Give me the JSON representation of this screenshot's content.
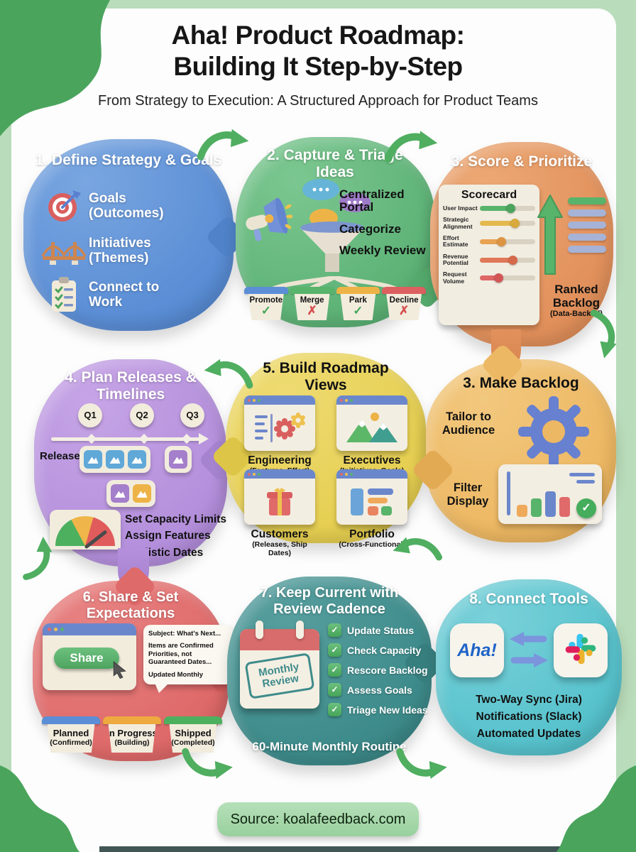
{
  "page": {
    "title_line1": "Aha! Product Roadmap:",
    "title_line2": "Building It Step-by-Step",
    "subtitle": "From Strategy to Execution: A Structured Approach for Product Teams",
    "source": "Source: koalafeedback.com"
  },
  "colors": {
    "accent_green": "#4fae60",
    "blue": "#5b8ed6",
    "green": "#5eb377",
    "orange": "#e2915c",
    "purple": "#b590dc",
    "yellow": "#e6cf52",
    "amber": "#edb863",
    "red": "#df6a6a",
    "teal": "#3e8b8b",
    "cyan": "#58c3cd"
  },
  "icons": {
    "check": "✓",
    "cross": "✗"
  },
  "steps": {
    "s1": {
      "title": "1. Define Strategy & Goals",
      "items": [
        {
          "icon": "target-icon",
          "label": "Goals (Outcomes)"
        },
        {
          "icon": "bridge-icon",
          "label": "Initiatives (Themes)"
        },
        {
          "icon": "clipboard-icon",
          "label": "Connect to Work"
        }
      ]
    },
    "s2": {
      "title": "2. Capture & Triage Ideas",
      "labels": [
        "Centralized Portal",
        "Categorize",
        "Weekly Review"
      ],
      "buckets": [
        {
          "label": "Promote",
          "result": "check"
        },
        {
          "label": "Merge",
          "result": "cross"
        },
        {
          "label": "Park",
          "result": "check"
        },
        {
          "label": "Decline",
          "result": "cross"
        }
      ]
    },
    "s3": {
      "title": "3. Score & Prioritize",
      "card_title": "Scorecard",
      "criteria": [
        "User Impact",
        "Strategic Alignment",
        "Effort Estimate",
        "Revenue Potential",
        "Request Volume"
      ],
      "result_label": "Ranked Backlog",
      "result_sublabel": "(Data-Backed)"
    },
    "s4": {
      "title": "4. Plan Releases & Timelines",
      "quarters": [
        "Q1",
        "Q2",
        "Q3"
      ],
      "releases_label": "Releases",
      "notes": [
        "Set Capacity Limits",
        "Assign Features",
        "Realistic Dates"
      ]
    },
    "s5": {
      "title": "5. Build Roadmap Views",
      "views": [
        {
          "label": "Engineering",
          "sublabel": "(Features, Effort)"
        },
        {
          "label": "Executives",
          "sublabel": "(Initiatives, Goals)"
        },
        {
          "label": "Customers",
          "sublabel": "(Releases, Ship Dates)"
        },
        {
          "label": "Portfolio",
          "sublabel": "(Cross-Functional)"
        }
      ]
    },
    "s3b": {
      "title": "3. Make Backlog",
      "labels": [
        "Tailor to Audience",
        "Filter Display"
      ]
    },
    "s6": {
      "title": "6. Share & Set Expectations",
      "share_button": "Share",
      "bubble": [
        "Subject: What's Next...",
        "Items are Confirmed Priorities, not Guaranteed Dates...",
        "Updated Monthly"
      ],
      "buckets": [
        {
          "label": "Planned",
          "sublabel": "(Confirmed)"
        },
        {
          "label": "In Progress",
          "sublabel": "(Building)"
        },
        {
          "label": "Shipped",
          "sublabel": "(Completed)"
        }
      ]
    },
    "s7": {
      "title": "7. Keep Current with Review Cadence",
      "calendar_stamp": "Monthly Review",
      "checklist": [
        "Update Status",
        "Check Capacity",
        "Rescore Backlog",
        "Assess Goals",
        "Triage New Ideas"
      ],
      "footer": "60-Minute Monthly Routine"
    },
    "s8": {
      "title": "8. Connect Tools",
      "tool_left": "Aha!",
      "notes": [
        "Two-Way Sync (Jira)",
        "Notifications (Slack)",
        "Automated Updates"
      ]
    }
  }
}
